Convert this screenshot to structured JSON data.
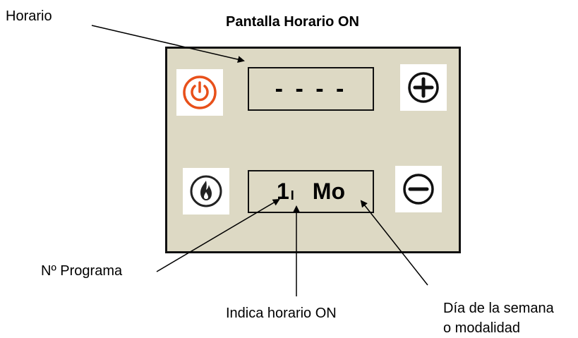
{
  "title": "Pantalla Horario ON",
  "display_top": {
    "text": "- - - -"
  },
  "display_bottom": {
    "program_number": "1",
    "on_marker": "I",
    "day": "Mo"
  },
  "buttons": {
    "power": {
      "icon": "power-icon",
      "color": "#e8501a"
    },
    "plus": {
      "icon": "plus-icon"
    },
    "flame": {
      "icon": "flame-icon"
    },
    "minus": {
      "icon": "minus-icon"
    }
  },
  "callouts": {
    "horario": "Horario",
    "programa": "Nº Programa",
    "horario_on": "Indica horario ON",
    "dia_line1": "Día de la semana",
    "dia_line2": "o modalidad"
  },
  "colors": {
    "panel": "#ddd9c4",
    "border": "#111111"
  }
}
